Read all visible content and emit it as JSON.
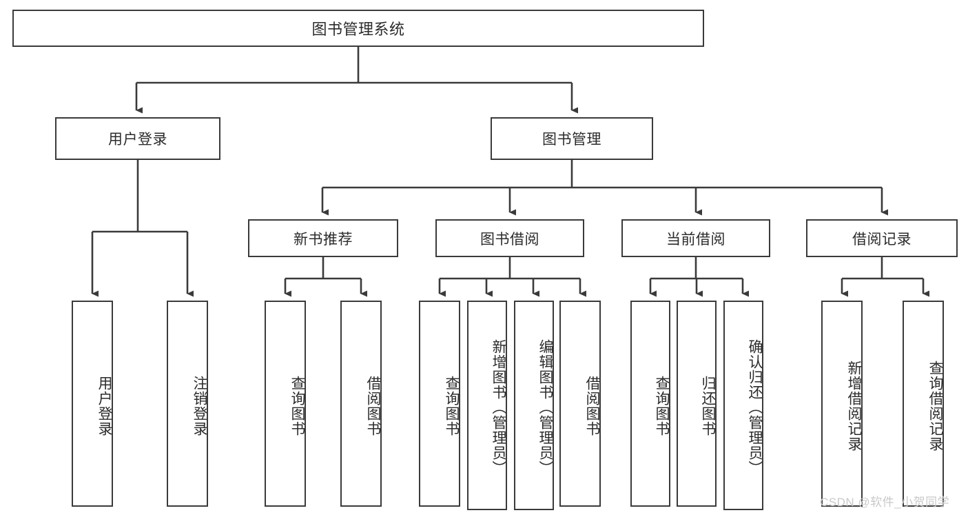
{
  "diagram": {
    "title": "图书管理系统",
    "type": "tree-hierarchy",
    "style": {
      "box_border_color": "#3a3a3a",
      "box_fill": "#ffffff",
      "line_color": "#3a3a3a",
      "text_color": "#2b2b2b",
      "background": "#ffffff",
      "watermark_color": "#c9c9c9"
    },
    "root": {
      "label": "图书管理系统"
    },
    "level2": [
      {
        "label": "用户登录"
      },
      {
        "label": "图书管理"
      }
    ],
    "level3": [
      {
        "label": "新书推荐"
      },
      {
        "label": "图书借阅"
      },
      {
        "label": "当前借阅"
      },
      {
        "label": "借阅记录"
      }
    ],
    "leaves": {
      "user_login": [
        {
          "label": "用户登录"
        },
        {
          "label": "注销登录"
        }
      ],
      "new_book_recommend": [
        {
          "label": "查询图书"
        },
        {
          "label": "借阅图书"
        }
      ],
      "book_borrow": [
        {
          "label": "查询图书"
        },
        {
          "label": "新增图书（管理员）"
        },
        {
          "label": "编辑图书（管理员）"
        },
        {
          "label": "借阅图书"
        }
      ],
      "current_borrow": [
        {
          "label": "查询图书"
        },
        {
          "label": "归还图书"
        },
        {
          "label": "确认归还（管理员）"
        }
      ],
      "borrow_record": [
        {
          "label": "新增借阅记录"
        },
        {
          "label": "查询借阅记录"
        }
      ]
    }
  },
  "watermark": {
    "text": "CSDN @软件_小贺同学"
  }
}
